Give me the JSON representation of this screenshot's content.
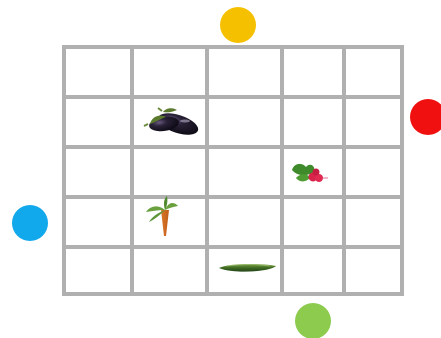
{
  "board": {
    "rows": 5,
    "cols": 5,
    "grid_color": "#b0b0b0"
  },
  "markers": [
    {
      "name": "yellow-marker",
      "side": "top",
      "color": "#f5c000"
    },
    {
      "name": "red-marker",
      "side": "right",
      "color": "#f01010"
    },
    {
      "name": "blue-marker",
      "side": "left",
      "color": "#12a8ec"
    },
    {
      "name": "green-marker",
      "side": "bottom",
      "color": "#8ccb4e"
    }
  ],
  "items": [
    {
      "name": "eggplant-icon",
      "row": 1,
      "col": 1
    },
    {
      "name": "radish-icon",
      "row": 2,
      "col": 3
    },
    {
      "name": "carrot-icon",
      "row": 3,
      "col": 1
    },
    {
      "name": "cucumber-icon",
      "row": 4,
      "col": 2
    }
  ]
}
